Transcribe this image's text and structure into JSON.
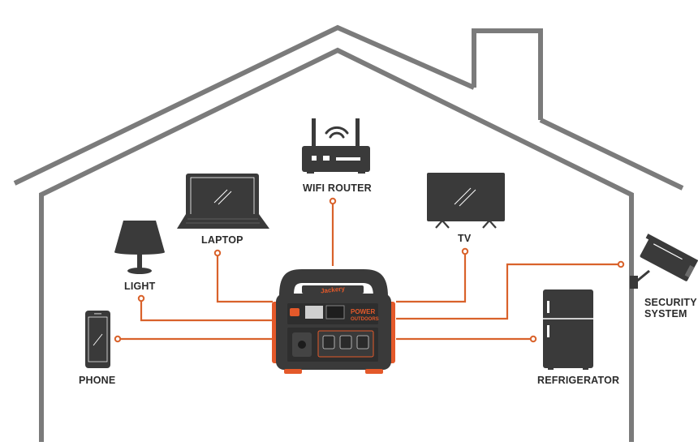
{
  "diagram": {
    "devices": [
      {
        "key": "phone",
        "label": "PHONE",
        "icon": "phone-icon"
      },
      {
        "key": "light",
        "label": "LIGHT",
        "icon": "lamp-icon"
      },
      {
        "key": "laptop",
        "label": "LAPTOP",
        "icon": "laptop-icon"
      },
      {
        "key": "router",
        "label": "WIFI ROUTER",
        "icon": "wifi-router-icon"
      },
      {
        "key": "tv",
        "label": "TV",
        "icon": "tv-icon"
      },
      {
        "key": "security",
        "label": "SECURITY\nSYSTEM",
        "icon": "security-camera-icon"
      },
      {
        "key": "fridge",
        "label": "REFRIGERATOR",
        "icon": "refrigerator-icon"
      }
    ],
    "power_station": {
      "brand": "Jackery",
      "product_label": "POWER\nOUTDOORS",
      "icon": "portable-power-station-icon"
    },
    "colors": {
      "wire": "#d9622b",
      "house_outline": "#7b7b7b",
      "device": "#3a3a3a",
      "accent": "#e4592a",
      "label": "#2b2b2b"
    }
  }
}
